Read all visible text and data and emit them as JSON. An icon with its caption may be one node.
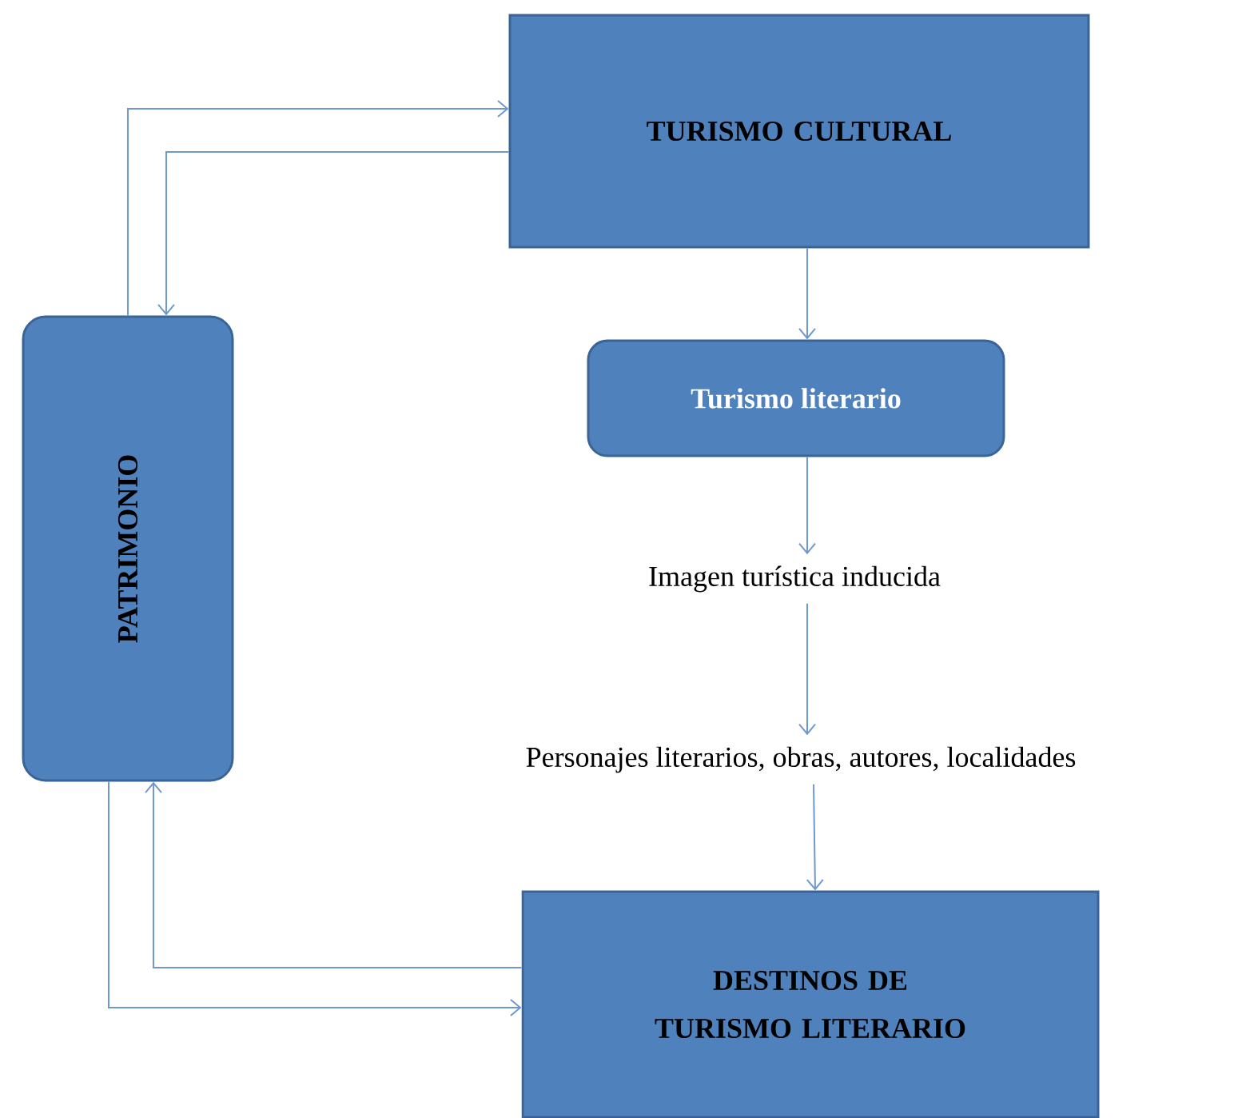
{
  "diagram": {
    "nodes": [
      {
        "text": [
          "TURISMO CULTURAL"
        ]
      },
      {
        "text": [
          "PATRIMONIO"
        ]
      },
      {
        "text": [
          "Turismo literario"
        ]
      },
      {
        "text": [
          "Imagen turística inducida"
        ]
      },
      {
        "text": [
          "Personajes literarios, obras, autores, localidades"
        ]
      },
      {
        "text": [
          "DESTINOS DE TURISMO LITERARIO"
        ]
      }
    ],
    "edges": [
      {
        "from": 1,
        "to": 0,
        "arrow": "to"
      },
      {
        "from": 0,
        "to": 1,
        "arrow": "to"
      },
      {
        "from": 0,
        "to": 2,
        "arrow": "to"
      },
      {
        "from": 2,
        "to": 3,
        "arrow": "to"
      },
      {
        "from": 3,
        "to": 4,
        "arrow": "to"
      },
      {
        "from": 4,
        "to": 5,
        "arrow": "to"
      },
      {
        "from": 5,
        "to": 1,
        "arrow": "to"
      },
      {
        "from": 1,
        "to": 5,
        "arrow": "to"
      }
    ]
  }
}
